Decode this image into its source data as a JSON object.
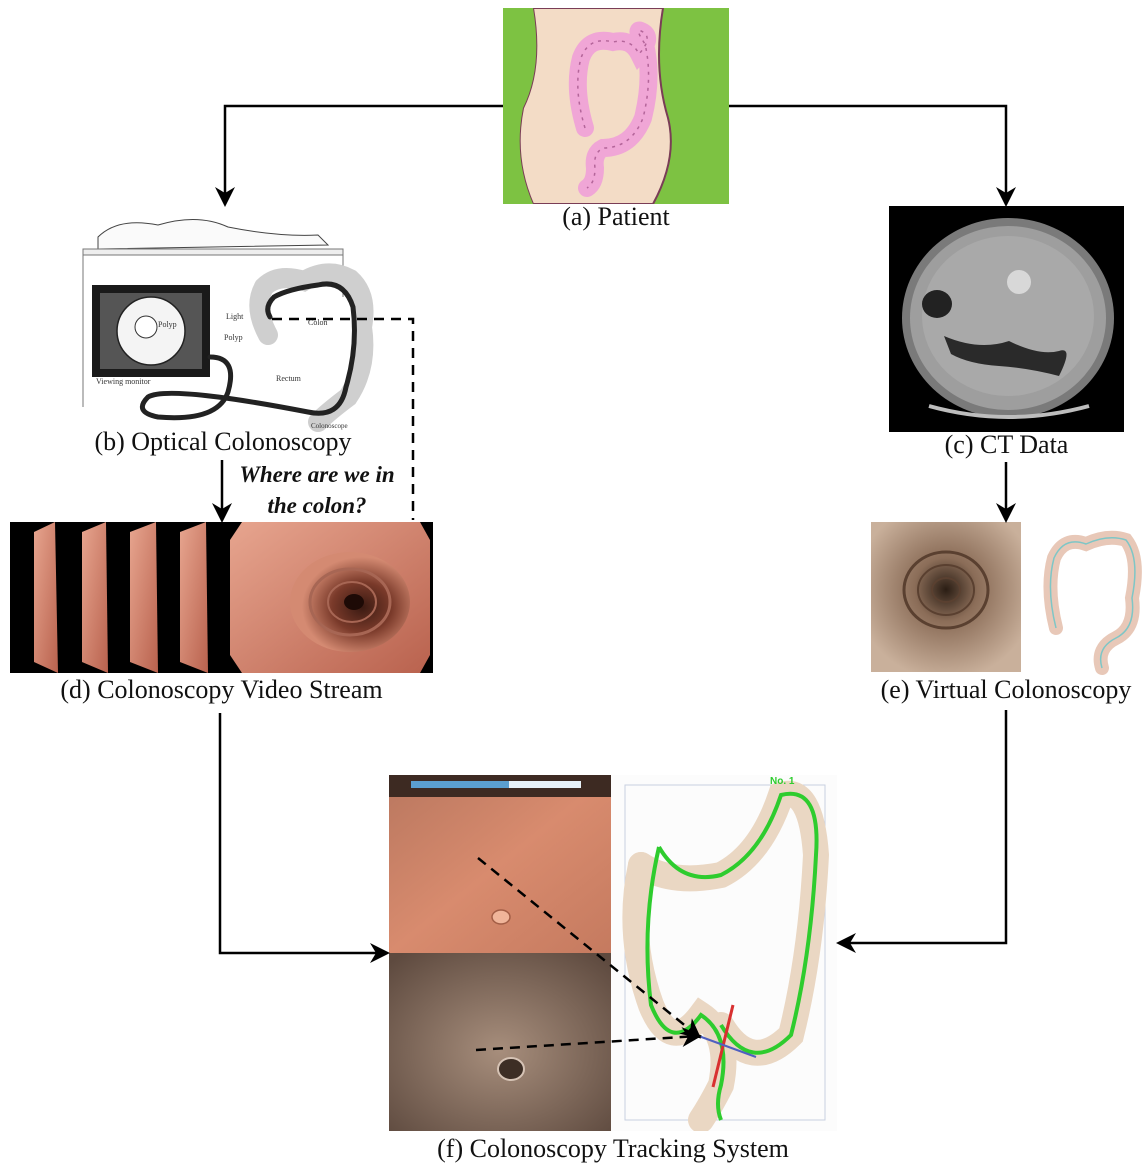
{
  "captions": {
    "patient": "(a) Patient",
    "optical": "(b) Optical Colonoscopy",
    "ct": "(c) CT Data",
    "video": "(d) Colonoscopy Video Stream",
    "virtual": "(e) Virtual Colonoscopy",
    "tracking": "(f) Colonoscopy Tracking System"
  },
  "question": {
    "line1": "Where are we in",
    "line2": "the colon?"
  },
  "illustration_labels": {
    "polyp_monitor": "Polyp",
    "viewing_monitor": "Viewing monitor",
    "light": "Light",
    "polyp": "Polyp",
    "colon": "Colon",
    "rectum": "Rectum",
    "colonoscope": "Colonoscope"
  },
  "tracking_overlay": {
    "marker": "No. 1"
  },
  "colors": {
    "patient_bg": "#7dc242",
    "skin": "#f3dcc6",
    "colon": "#f0a6d6",
    "ct_bg": "#000000",
    "centerline": "#2ecc2e",
    "arrow": "#000000"
  }
}
